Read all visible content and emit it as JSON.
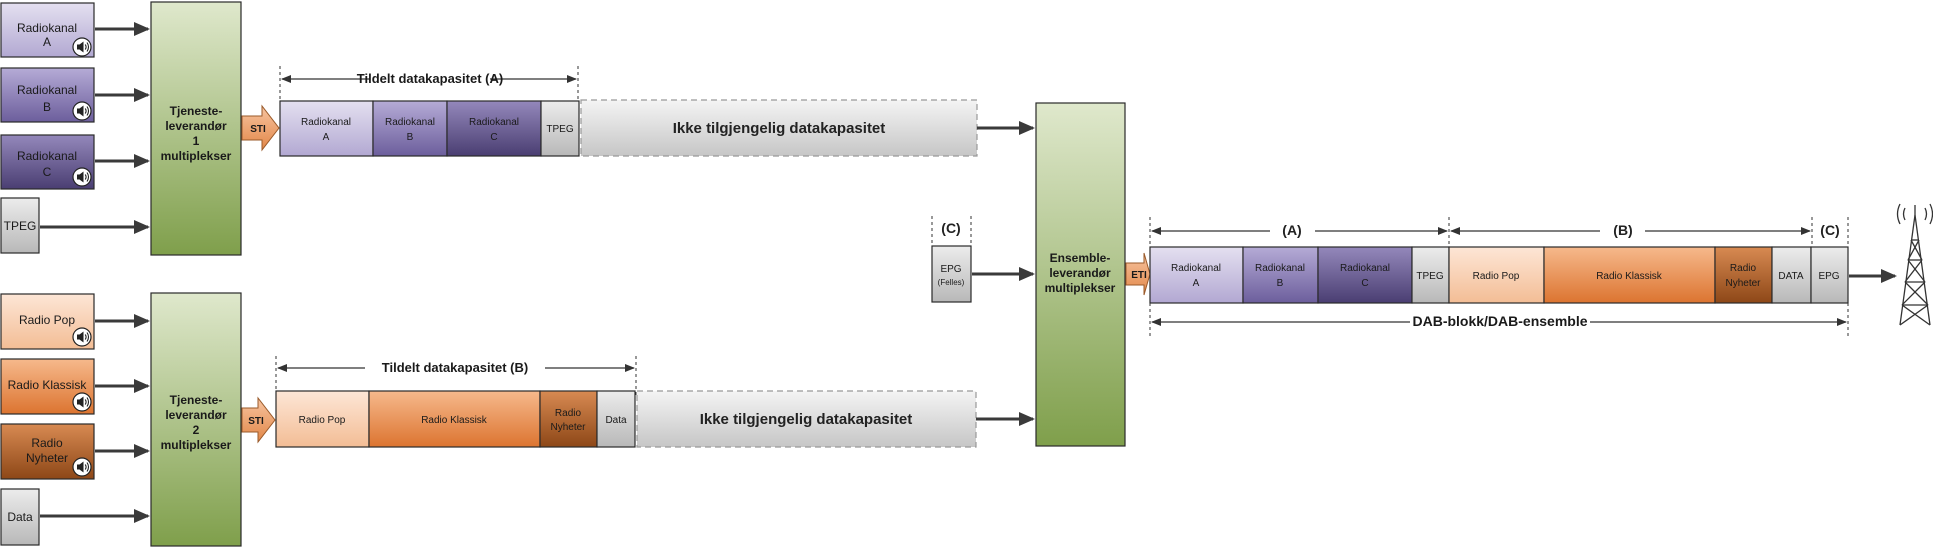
{
  "top": {
    "inputs": [
      {
        "line1": "Radiokanal",
        "line2": "A"
      },
      {
        "line1": "Radiokanal",
        "line2": "B"
      },
      {
        "line1": "Radiokanal",
        "line2": "C"
      },
      {
        "line1": "TPEG",
        "line2": ""
      }
    ],
    "mux": [
      "Tjeneste-",
      "leverandør",
      "1",
      "multiplekser"
    ],
    "sti": "STI",
    "capacity_label": "Tildelt datakapasitet (A)",
    "segments": [
      {
        "line1": "Radiokanal",
        "line2": "A"
      },
      {
        "line1": "Radiokanal",
        "line2": "B"
      },
      {
        "line1": "Radiokanal",
        "line2": "C"
      },
      {
        "line1": "TPEG",
        "line2": ""
      }
    ],
    "unavailable": "Ikke tilgjengelig datakapasitet"
  },
  "bottom": {
    "inputs": [
      {
        "line1": "Radio Pop",
        "line2": ""
      },
      {
        "line1": "Radio Klassisk",
        "line2": ""
      },
      {
        "line1": "Radio",
        "line2": "Nyheter"
      },
      {
        "line1": "Data",
        "line2": ""
      }
    ],
    "mux": [
      "Tjeneste-",
      "leverandør",
      "2",
      "multiplekser"
    ],
    "sti": "STI",
    "capacity_label": "Tildelt datakapasitet (B)",
    "segments": [
      {
        "line1": "Radio Pop",
        "line2": ""
      },
      {
        "line1": "Radio Klassisk",
        "line2": ""
      },
      {
        "line1": "Radio",
        "line2": "Nyheter"
      },
      {
        "line1": "Data",
        "line2": ""
      }
    ],
    "unavailable": "Ikke tilgjengelig datakapasitet"
  },
  "epg": {
    "bracket": "(C)",
    "line1": "EPG",
    "line2": "(Felles)"
  },
  "ensemble": {
    "mux": [
      "Ensemble-",
      "leverandør",
      "multiplekser"
    ],
    "eti": "ETI",
    "brackets": [
      "(A)",
      "(B)",
      "(C)"
    ],
    "segments": [
      {
        "line1": "Radiokanal",
        "line2": "A"
      },
      {
        "line1": "Radiokanal",
        "line2": "B"
      },
      {
        "line1": "Radiokanal",
        "line2": "C"
      },
      {
        "line1": "TPEG",
        "line2": ""
      },
      {
        "line1": "Radio Pop",
        "line2": ""
      },
      {
        "line1": "Radio Klassisk",
        "line2": ""
      },
      {
        "line1": "Radio",
        "line2": "Nyheter"
      },
      {
        "line1": "DATA",
        "line2": ""
      },
      {
        "line1": "EPG",
        "line2": ""
      }
    ],
    "dab_label": "DAB-blokk/DAB-ensemble"
  },
  "colors": {
    "radio_a": "#c9c2e0",
    "radio_b": "#8a7bb5",
    "radio_c": "#5c4f86",
    "grey": "#c8c8c8",
    "pop": "#f6cfb1",
    "klassisk": "#e98b45",
    "nyheter": "#a85a24",
    "mux_green": "#9cb86a",
    "sti_orange": "#f0a270"
  }
}
